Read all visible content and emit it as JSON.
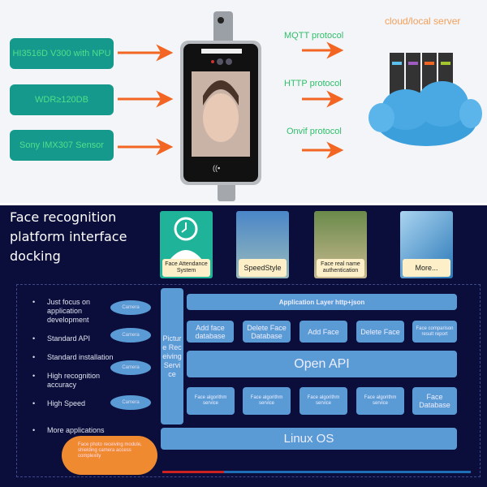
{
  "hardware": {
    "features": [
      "HI3516D V300 with NPU",
      "WDR≥120DB",
      "Sony IMX307 Sensor"
    ],
    "protocols": [
      "MQTT protocol",
      "HTTP  protocol",
      "Onvif  protocol"
    ],
    "server_label": "cloud/local server"
  },
  "platform": {
    "title_lines": [
      "Face recognition",
      "platform interface",
      "docking"
    ],
    "tiles": [
      "Face Attendance System",
      "SpeedStyle",
      "Face real name authentication",
      "More..."
    ],
    "bullets": [
      "Just focus on application development",
      "Standard API",
      "Standard installation",
      "High recognition accuracy",
      "High Speed",
      "More applications"
    ],
    "cameras": [
      "Camera",
      "Camera",
      "Camera",
      "Camera"
    ],
    "picture_service": "Picture Receiving Service",
    "app_layer": "Application Layer  http+json",
    "app_functions": [
      "Add face database",
      "Delete Face Database",
      "Add Face",
      "Delete Face",
      "Face comparison result report"
    ],
    "open_api": "Open API",
    "services": [
      "Face algorithm service",
      "Face algorithm service",
      "Face algorithm service",
      "Face algorithm service",
      "Face Database"
    ],
    "os": "Linux OS",
    "cloud_note": "Face photo receiving module, shielding camera access complexity"
  },
  "colors": {
    "teal": "#14998c",
    "orange": "#f26522",
    "navy": "#0b0d3a",
    "block": "#5b9bd5"
  }
}
